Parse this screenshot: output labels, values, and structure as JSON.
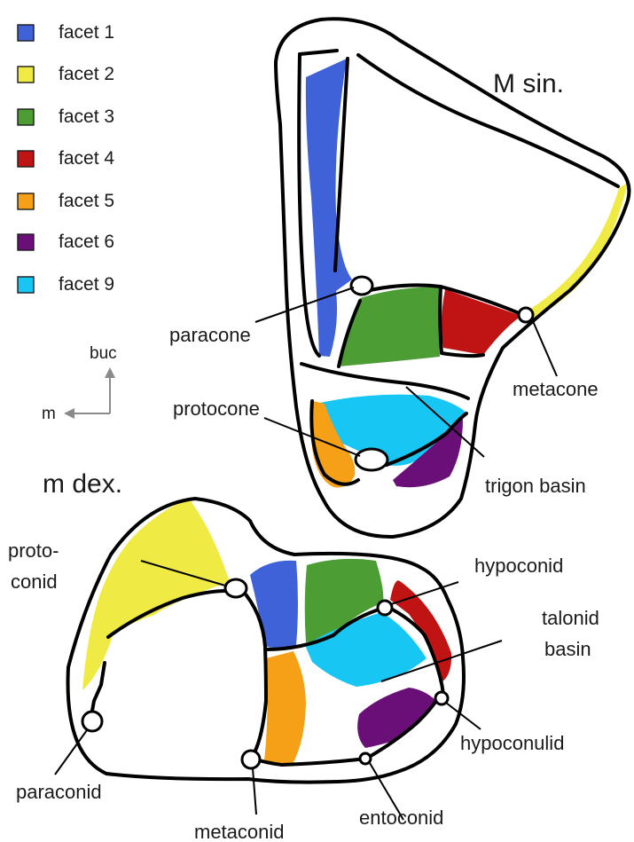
{
  "legend": {
    "items": [
      {
        "label": "facet 1",
        "color": "#3f62d8"
      },
      {
        "label": "facet 2",
        "color": "#f0ea45"
      },
      {
        "label": "facet 3",
        "color": "#4b9d34"
      },
      {
        "label": "facet 4",
        "color": "#c01414"
      },
      {
        "label": "facet 5",
        "color": "#f5a016"
      },
      {
        "label": "facet 6",
        "color": "#690f77"
      },
      {
        "label": "facet 9",
        "color": "#17c6f3"
      }
    ]
  },
  "orientation": {
    "buc_label": "buc",
    "m_label": "m",
    "color": "#8a8a8a"
  },
  "upper_tooth": {
    "title": "M sin.",
    "labels": {
      "paracone": "paracone",
      "metacone": "metacone",
      "protocone": "protocone",
      "trigon_basin": "trigon basin"
    }
  },
  "lower_tooth": {
    "title": "m dex.",
    "labels": {
      "protoconid_line1": "proto-",
      "protoconid_line2": "conid",
      "hypoconid": "hypoconid",
      "talonid_line1": "talonid",
      "talonid_line2": "basin",
      "hypoconulid": "hypoconulid",
      "paraconid": "paraconid",
      "metaconid": "metaconid",
      "entoconid": "entoconid"
    }
  }
}
